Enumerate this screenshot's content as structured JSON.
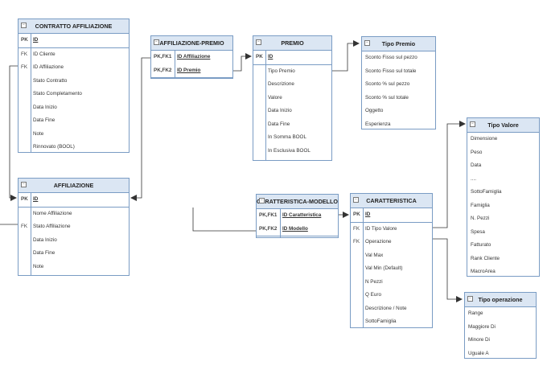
{
  "entities": {
    "contratto": {
      "title": "CONTRATTO AFFILIAZIONE",
      "keys": [
        {
          "k": "PK",
          "f": "ID"
        }
      ],
      "rows": [
        {
          "k": "FK",
          "f": "ID Cliente"
        },
        {
          "k": "FK",
          "f": "ID Affiliazione"
        },
        {
          "k": "",
          "f": "Stato Contratto"
        },
        {
          "k": "",
          "f": "Stato Completamento"
        },
        {
          "k": "",
          "f": "Data Inizio"
        },
        {
          "k": "",
          "f": "Data Fine"
        },
        {
          "k": "",
          "f": "Note"
        },
        {
          "k": "",
          "f": "Rinnovato (BOOL)"
        }
      ]
    },
    "affiliazione_premio": {
      "title": "AFFILIAZIONE-PREMIO",
      "keys": [
        {
          "k": "PK,FK1",
          "f": "ID Affiliazione"
        },
        {
          "k": "PK,FK2",
          "f": "ID Premio"
        }
      ],
      "rows": []
    },
    "premio": {
      "title": "PREMIO",
      "keys": [
        {
          "k": "PK",
          "f": "ID"
        }
      ],
      "rows": [
        {
          "k": "",
          "f": "Tipo Premio"
        },
        {
          "k": "",
          "f": "Descrizione"
        },
        {
          "k": "",
          "f": "Valore"
        },
        {
          "k": "",
          "f": "Data Inizio"
        },
        {
          "k": "",
          "f": "Data Fine"
        },
        {
          "k": "",
          "f": "In Somma BOOL"
        },
        {
          "k": "",
          "f": "In Esclusiva BOOL"
        }
      ]
    },
    "tipo_premio": {
      "title": "Tipo Premio",
      "keys": [],
      "rows": [
        {
          "k": "",
          "f": "Sconto Fisso sul pezzo"
        },
        {
          "k": "",
          "f": "Sconto Fisso sul totale"
        },
        {
          "k": "",
          "f": "Sconto % sul pezzo"
        },
        {
          "k": "",
          "f": "Sconto % sul totale"
        },
        {
          "k": "",
          "f": "Oggetto"
        },
        {
          "k": "",
          "f": "Esperienza"
        }
      ]
    },
    "tipo_valore": {
      "title": "Tipo Valore",
      "keys": [],
      "rows": [
        {
          "k": "",
          "f": "Dimensione"
        },
        {
          "k": "",
          "f": "Peso"
        },
        {
          "k": "",
          "f": "Data"
        },
        {
          "k": "",
          "f": "...."
        },
        {
          "k": "",
          "f": "SottoFamiglia"
        },
        {
          "k": "",
          "f": "Famiglia"
        },
        {
          "k": "",
          "f": "N. Pezzi"
        },
        {
          "k": "",
          "f": "Spesa"
        },
        {
          "k": "",
          "f": "Fatturato"
        },
        {
          "k": "",
          "f": "Rank Cliente"
        },
        {
          "k": "",
          "f": "MacroArea"
        }
      ]
    },
    "affiliazione": {
      "title": "AFFILIAZIONE",
      "keys": [
        {
          "k": "PK",
          "f": "ID"
        }
      ],
      "rows": [
        {
          "k": "",
          "f": "Nome Affiliazione"
        },
        {
          "k": "FK",
          "f": "Stato Affiliazione"
        },
        {
          "k": "",
          "f": "Data Inizio"
        },
        {
          "k": "",
          "f": "Data Fine"
        },
        {
          "k": "",
          "f": "Note"
        }
      ]
    },
    "caratteristica_modello": {
      "title": "CARATTERISTICA-MODELLO",
      "keys": [
        {
          "k": "PK,FK1",
          "f": "ID Caratteristica"
        },
        {
          "k": "PK,FK2",
          "f": "ID Modello"
        }
      ],
      "rows": []
    },
    "caratteristica": {
      "title": "CARATTERISTICA",
      "keys": [
        {
          "k": "PK",
          "f": "ID"
        }
      ],
      "rows": [
        {
          "k": "FK",
          "f": "ID Tipo Valore"
        },
        {
          "k": "FK",
          "f": "Operazione"
        },
        {
          "k": "",
          "f": "Val Max"
        },
        {
          "k": "",
          "f": "Val Min (Default)"
        },
        {
          "k": "",
          "f": "N Pezzi"
        },
        {
          "k": "",
          "f": "Q Euro"
        },
        {
          "k": "",
          "f": "Descrizione / Note"
        },
        {
          "k": "",
          "f": "SottoFamiglia"
        }
      ]
    },
    "tipo_operazione": {
      "title": "Tipo operazione",
      "keys": [],
      "rows": [
        {
          "k": "",
          "f": "Range"
        },
        {
          "k": "",
          "f": "Maggiore Di"
        },
        {
          "k": "",
          "f": "Minore Di"
        },
        {
          "k": "",
          "f": "Uguale A"
        }
      ]
    }
  },
  "theme": {
    "border": "#7a9cc4",
    "header_fill": "#dbe6f3",
    "line": "#333333"
  }
}
